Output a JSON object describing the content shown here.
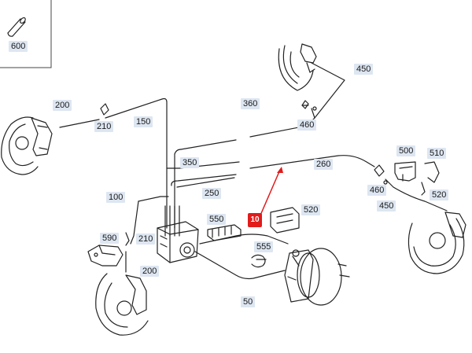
{
  "labels": {
    "p600": "600",
    "p450a": "450",
    "p200a": "200",
    "p210a": "210",
    "p150": "150",
    "p360": "360",
    "p460a": "460",
    "p350": "350",
    "p260": "260",
    "p500": "500",
    "p510": "510",
    "p460b": "460",
    "p520a": "520",
    "p100": "100",
    "p250": "250",
    "p450b": "450",
    "p550": "550",
    "p10": "10",
    "p520b": "520",
    "p590": "590",
    "p210b": "210",
    "p555": "555",
    "p200b": "200",
    "p50": "50"
  },
  "colors": {
    "label_bg": "#dde6f1",
    "highlight": "#e21b1b",
    "line": "#222222"
  }
}
